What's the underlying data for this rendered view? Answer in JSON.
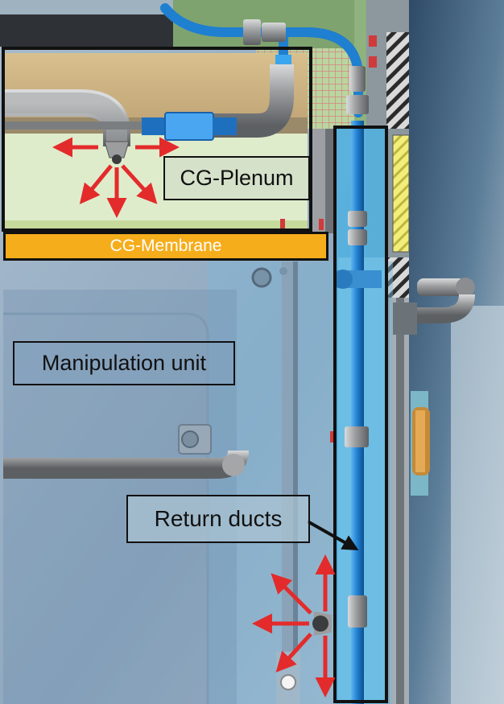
{
  "labels": {
    "plenum": "CG-Plenum",
    "membrane": "CG-Membrane",
    "manipulation_unit": "Manipulation unit",
    "return_ducts": "Return ducts"
  },
  "colors": {
    "flow_arrow": "#e32b2b",
    "membrane_fill": "#f6ad1b",
    "membrane_text": "#ffffff",
    "supply_pipe": "#1e88d9",
    "outline": "#111111"
  },
  "icons": [
    "nozzle-icon",
    "flow-arrow-icon",
    "pipe-fitting-icon",
    "valve-icon"
  ]
}
